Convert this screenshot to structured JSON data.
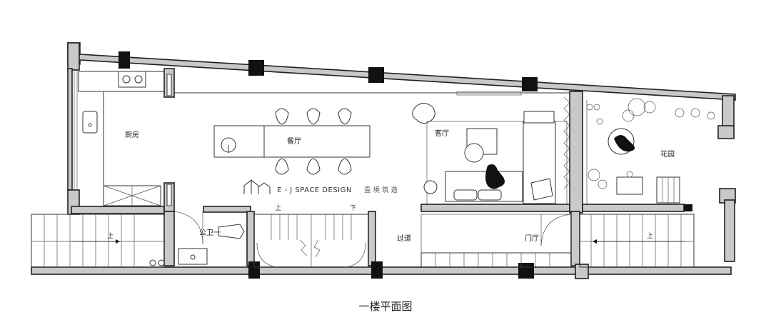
{
  "rooms": {
    "kitchen": "厨房",
    "dining": "餐厅",
    "living": "客厅",
    "garden": "花园",
    "bathroom": "公卫一",
    "corridor": "过道",
    "foyer": "门厅"
  },
  "stairs": {
    "left_up": "上",
    "center_up": "上",
    "center_down": "下",
    "right_up": "上"
  },
  "brand": {
    "name": "E - J SPACE DESIGN",
    "chinese": "壹境筑造"
  },
  "caption": "一楼平面图"
}
